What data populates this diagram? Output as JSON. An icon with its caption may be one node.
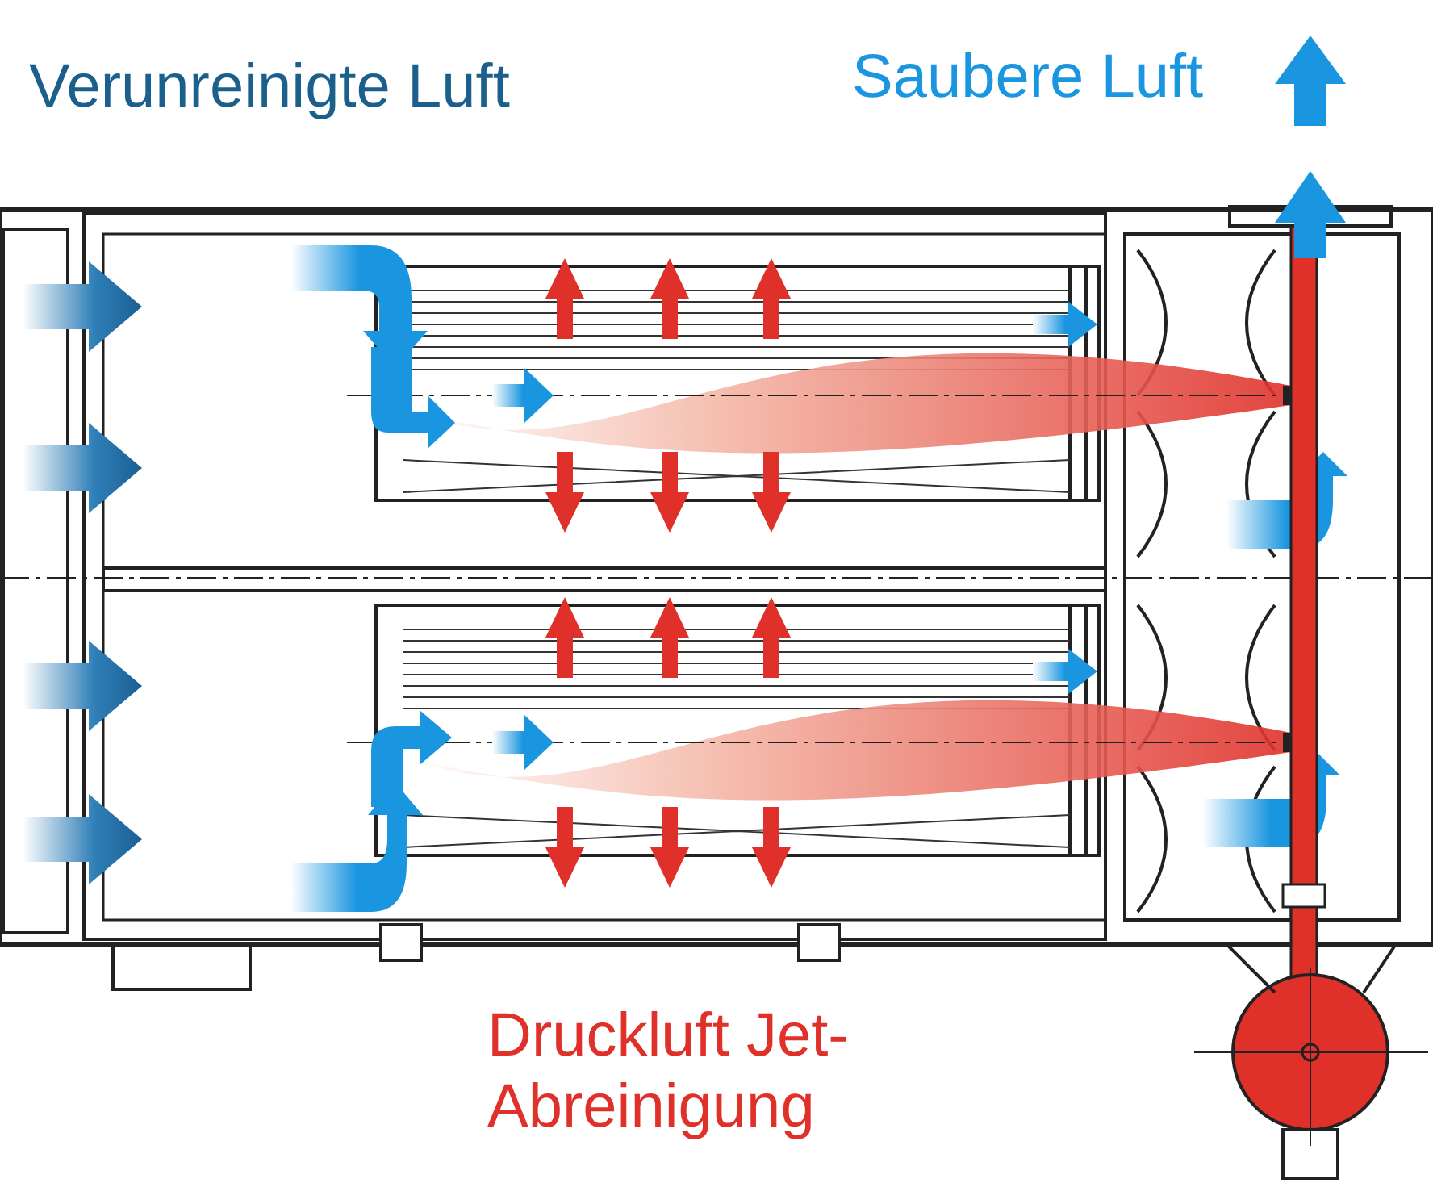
{
  "diagram": {
    "labels": [
      "Verunreinigte Luft",
      "Saubere Luft",
      "Druckluft Jet-Abreinigung"
    ]
  }
}
